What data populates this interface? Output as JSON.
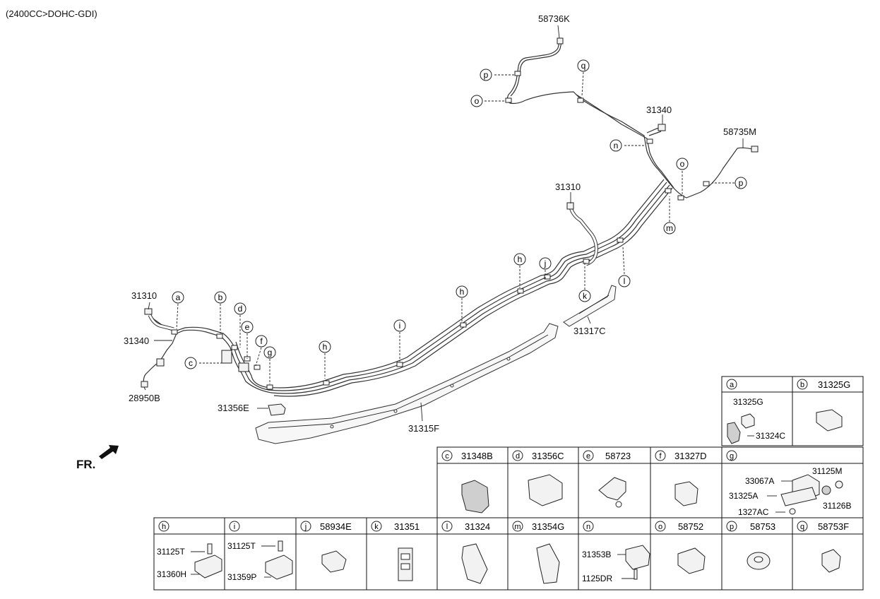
{
  "header": {
    "engine_note": "(2400CC>DOHC-GDI)"
  },
  "front_marker": "FR.",
  "part_labels": {
    "p58736K": "58736K",
    "p31340_top": "31340",
    "p58735M": "58735M",
    "p31310_mid": "31310",
    "p31310_left": "31310",
    "p31340_left": "31340",
    "p28950B": "28950B",
    "p31317C": "31317C",
    "p31356E": "31356E",
    "p31315F": "31315F"
  },
  "callouts": {
    "a": "a",
    "b": "b",
    "c": "c",
    "d": "d",
    "e": "e",
    "f": "f",
    "g": "g",
    "h": "h",
    "i": "i",
    "j": "j",
    "k": "k",
    "l": "l",
    "m": "m",
    "n": "n",
    "o": "o",
    "p": "p",
    "q": "q"
  },
  "legend": {
    "a": {
      "letter": "a",
      "part": "",
      "sub": [
        "31325G",
        "31324C"
      ]
    },
    "b": {
      "letter": "b",
      "part": "31325G"
    },
    "c": {
      "letter": "c",
      "part": "31348B"
    },
    "d": {
      "letter": "d",
      "part": "31356C"
    },
    "e": {
      "letter": "e",
      "part": "58723"
    },
    "f": {
      "letter": "f",
      "part": "31327D"
    },
    "g": {
      "letter": "g",
      "part": "",
      "sub": [
        "33067A",
        "31125M",
        "31325A",
        "31126B",
        "1327AC"
      ]
    },
    "h": {
      "letter": "h",
      "part": "",
      "sub": [
        "31125T",
        "31360H"
      ]
    },
    "i": {
      "letter": "i",
      "part": "",
      "sub": [
        "31125T",
        "31359P"
      ]
    },
    "j": {
      "letter": "j",
      "part": "58934E"
    },
    "k": {
      "letter": "k",
      "part": "31351"
    },
    "l": {
      "letter": "l",
      "part": "31324"
    },
    "m": {
      "letter": "m",
      "part": "31354G"
    },
    "n": {
      "letter": "n",
      "part": "",
      "sub": [
        "31353B",
        "1125DR"
      ]
    },
    "o": {
      "letter": "o",
      "part": "58752"
    },
    "p": {
      "letter": "p",
      "part": "58753"
    },
    "q": {
      "letter": "q",
      "part": "58753F"
    }
  }
}
